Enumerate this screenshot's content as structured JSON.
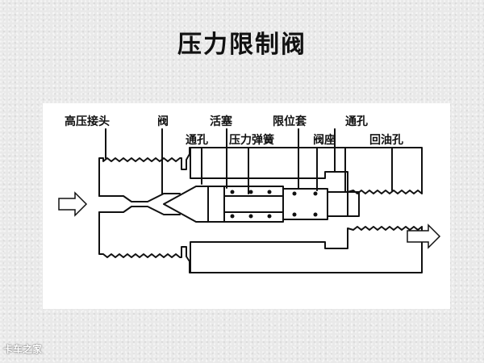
{
  "title": "压力限制阀",
  "labels": {
    "high_pressure_fitting": "高压接头",
    "valve": "阀",
    "piston": "活塞",
    "limit_sleeve": "限位套",
    "through_hole_top": "通孔",
    "through_hole_left": "通孔",
    "pressure_spring": "压力弹簧",
    "valve_seat": "阀座",
    "return_oil_hole": "回油孔"
  },
  "watermark": "卡车之家"
}
